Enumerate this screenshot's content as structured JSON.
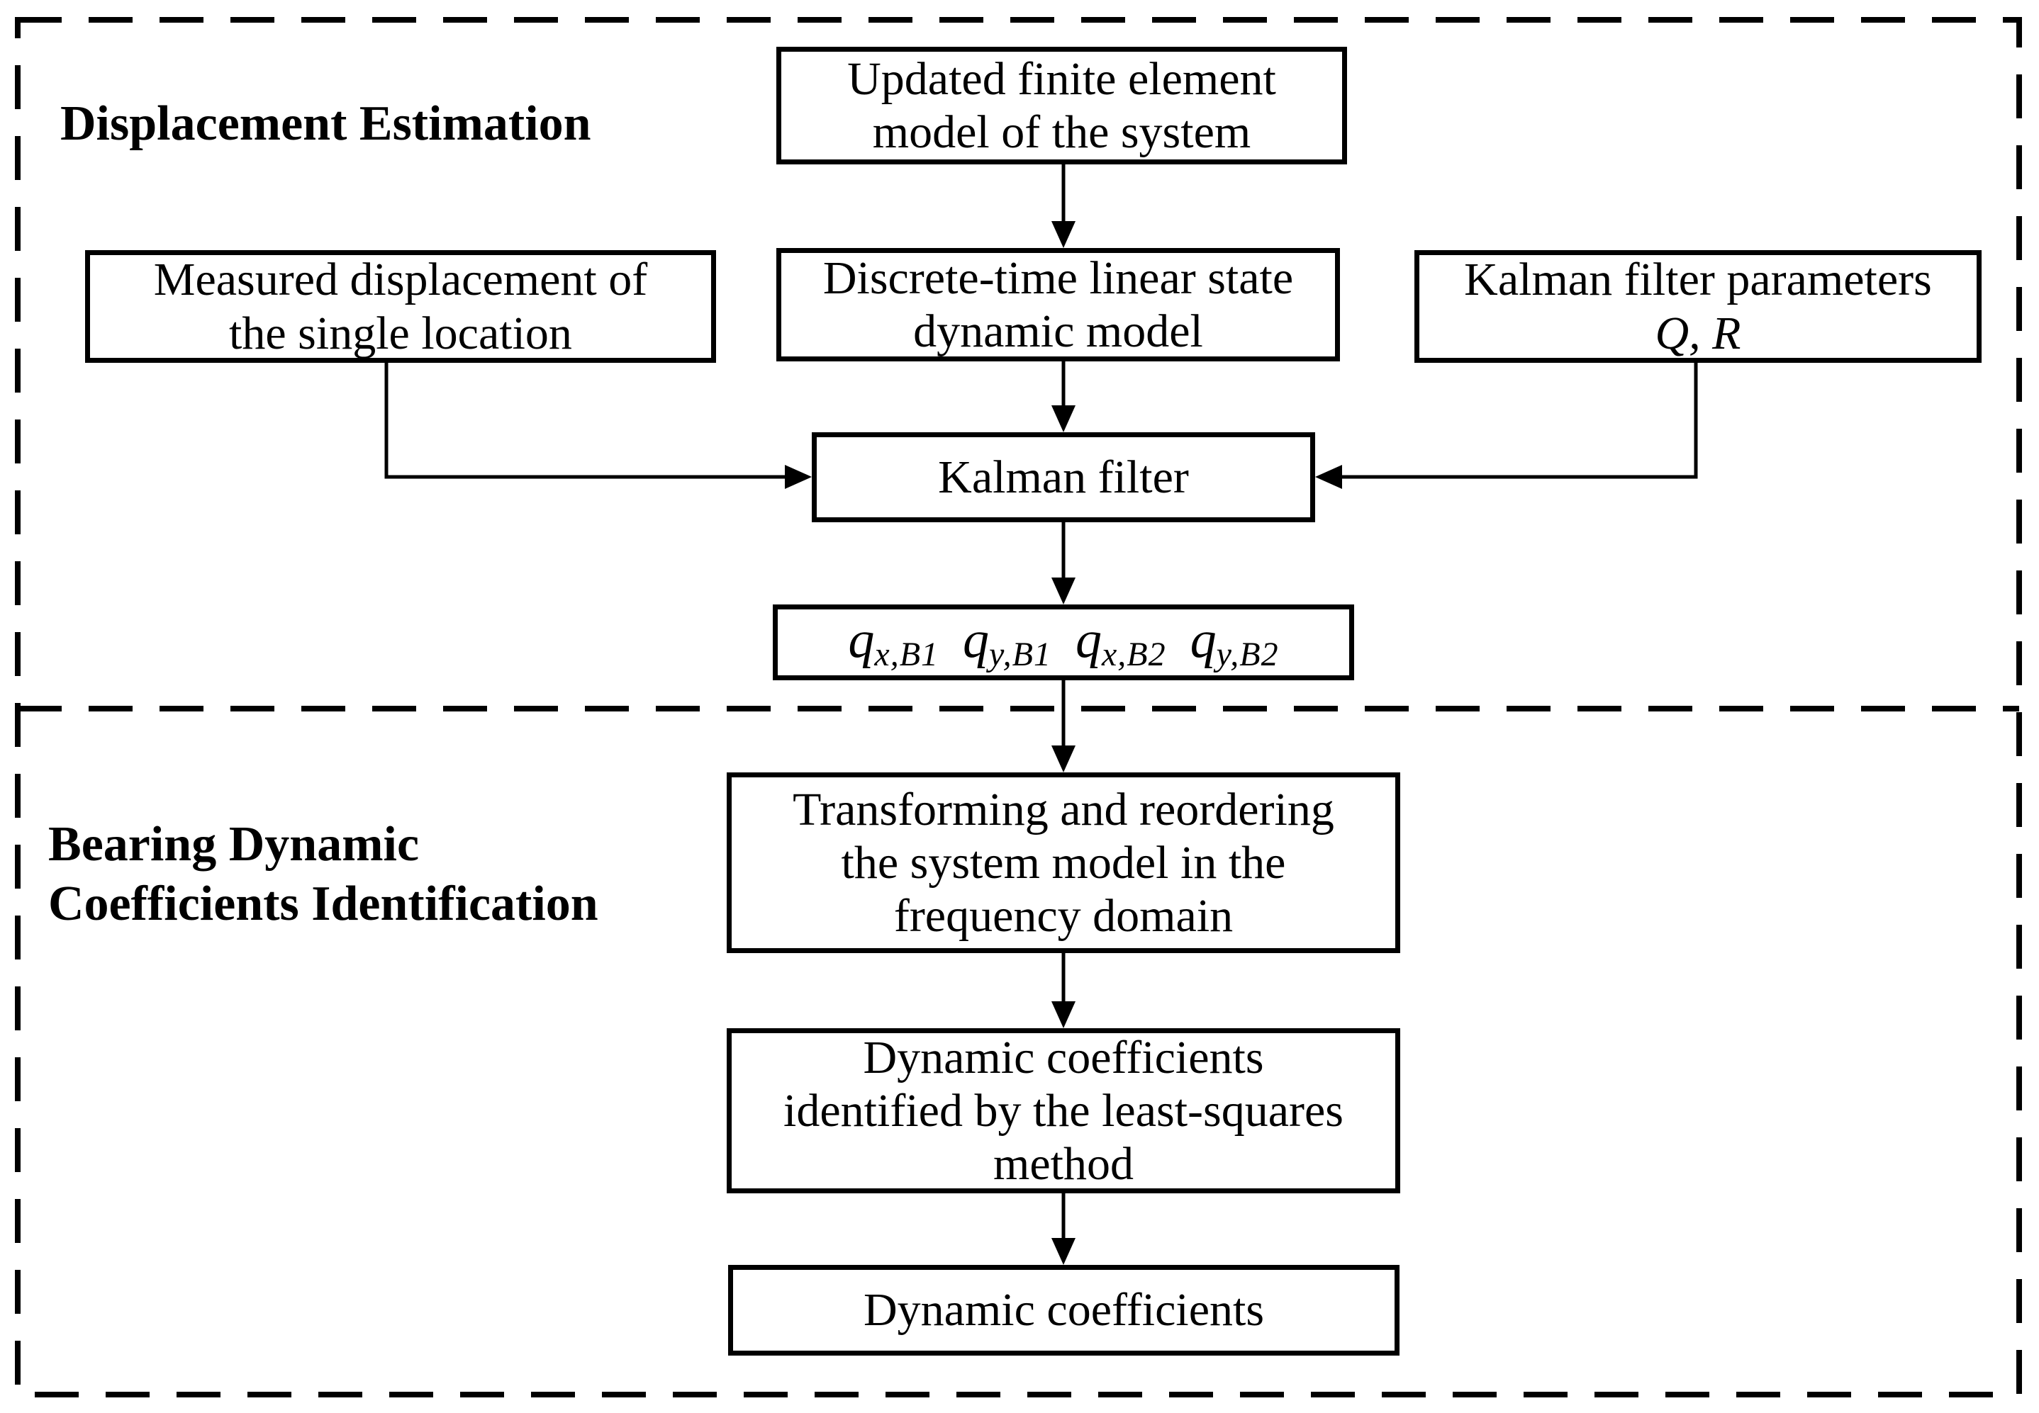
{
  "figure": {
    "background_color": "#ffffff",
    "line_color": "#000000"
  },
  "sections": [
    {
      "label": "Displacement Estimation"
    },
    {
      "label": "Bearing Dynamic\nCoefficients Identification"
    }
  ],
  "boxes": {
    "updated_fe_model": {
      "text": "Updated finite element\nmodel of the system"
    },
    "measured_displacement": {
      "text": "Measured displacement of\nthe single location"
    },
    "discrete_time_model": {
      "text": "Discrete-time linear state\ndynamic model"
    },
    "kalman_parameters": {
      "line1": "Kalman filter parameters",
      "line2": "Q, R"
    },
    "kalman_filter": {
      "text": "Kalman filter"
    },
    "kalman_output": {
      "terms": [
        {
          "base": "q",
          "sub": "x,B1"
        },
        {
          "base": "q",
          "sub": "y,B1"
        },
        {
          "base": "q",
          "sub": "x,B2"
        },
        {
          "base": "q",
          "sub": "y,B2"
        }
      ]
    },
    "transform_reorder": {
      "text": "Transforming and reordering\nthe system model in the\nfrequency domain"
    },
    "least_squares": {
      "text": "Dynamic coefficients\nidentified by the least-squares\nmethod"
    },
    "dynamic_coefficients": {
      "text": "Dynamic coefficients"
    }
  }
}
